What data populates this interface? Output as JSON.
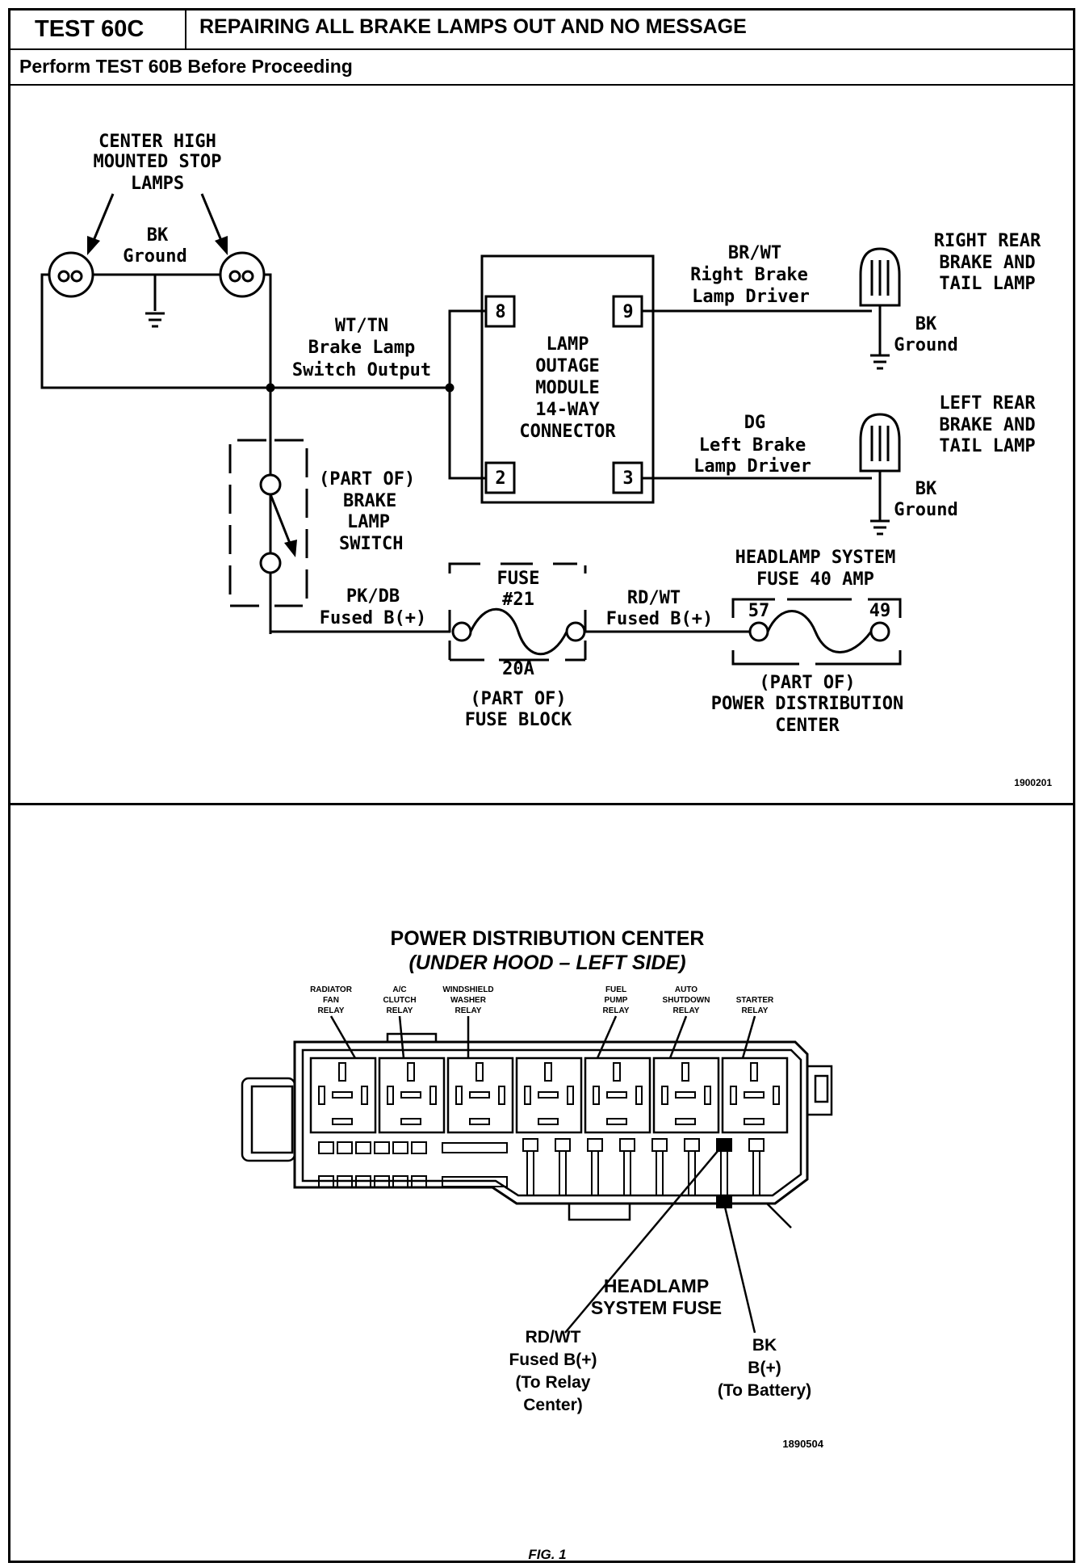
{
  "header": {
    "test_id": "TEST 60C",
    "title": "REPAIRING ALL BRAKE LAMPS OUT AND NO MESSAGE",
    "subtitle": "Perform TEST 60B Before Proceeding"
  },
  "wiring": {
    "chmsl": [
      "CENTER HIGH",
      "MOUNTED STOP",
      "LAMPS"
    ],
    "bk_ground_top": [
      "BK",
      "Ground"
    ],
    "wt_tn": [
      "WT/TN",
      "Brake Lamp",
      "Switch Output"
    ],
    "switch": [
      "(PART OF)",
      "BRAKE",
      "LAMP",
      "SWITCH"
    ],
    "pk_db": [
      "PK/DB",
      "Fused B(+)"
    ],
    "module": [
      "LAMP",
      "OUTAGE",
      "MODULE",
      "14-WAY",
      "CONNECTOR"
    ],
    "pins": {
      "p8": "8",
      "p9": "9",
      "p2": "2",
      "p3": "3"
    },
    "br_wt": [
      "BR/WT",
      "Right Brake",
      "Lamp Driver"
    ],
    "dg": [
      "DG",
      "Left Brake",
      "Lamp Driver"
    ],
    "right_rear": [
      "RIGHT REAR",
      "BRAKE AND",
      "TAIL LAMP"
    ],
    "left_rear": [
      "LEFT REAR",
      "BRAKE AND",
      "TAIL LAMP"
    ],
    "bk_ground_r": [
      "BK",
      "Ground"
    ],
    "bk_ground_l": [
      "BK",
      "Ground"
    ],
    "fuse21": [
      "FUSE",
      "#21"
    ],
    "fuse21_rating": "20A",
    "fuse_block": [
      "(PART OF)",
      "FUSE BLOCK"
    ],
    "rd_wt": [
      "RD/WT",
      "Fused B(+)"
    ],
    "headlamp_fuse": [
      "HEADLAMP SYSTEM",
      "FUSE 40 AMP"
    ],
    "pdc_pins": {
      "a": "57",
      "b": "49"
    },
    "pdc_part": [
      "(PART OF)",
      "POWER DISTRIBUTION",
      "CENTER"
    ],
    "fig_num": "1900201"
  },
  "pdc": {
    "title": "POWER DISTRIBUTION CENTER",
    "subtitle": "(UNDER HOOD – LEFT SIDE)",
    "relays": [
      [
        "RADIATOR",
        "FAN",
        "RELAY"
      ],
      [
        "A/C",
        "CLUTCH",
        "RELAY"
      ],
      [
        "WINDSHIELD",
        "WASHER",
        "RELAY"
      ],
      [
        "FUEL",
        "PUMP",
        "RELAY"
      ],
      [
        "AUTO",
        "SHUTDOWN",
        "RELAY"
      ],
      [
        "STARTER",
        "RELAY"
      ]
    ],
    "headlamp_label": [
      "HEADLAMP",
      "SYSTEM FUSE"
    ],
    "rd_wt": [
      "RD/WT",
      "Fused B(+)",
      "(To Relay",
      "Center)"
    ],
    "bk": [
      "BK",
      "B(+)",
      "(To Battery)"
    ],
    "fig_num": "1890504",
    "caption": "FIG. 1"
  }
}
